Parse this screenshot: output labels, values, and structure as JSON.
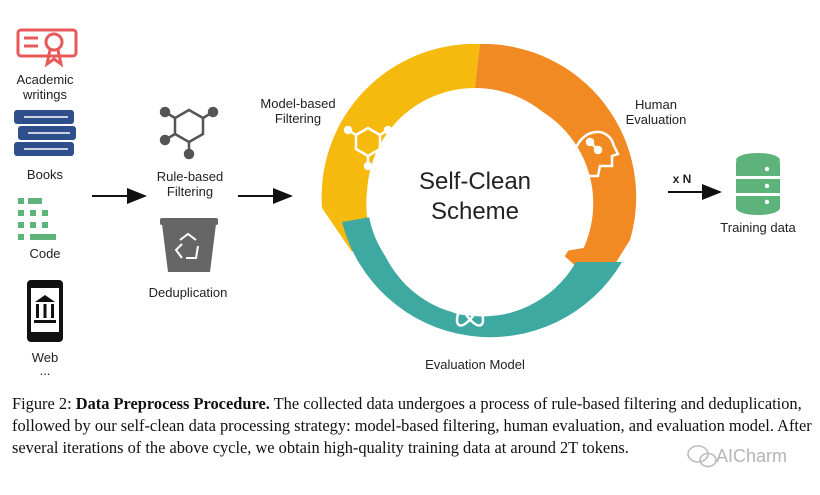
{
  "sources": {
    "academic": "Academic\nwritings",
    "books": "Books",
    "code": "Code",
    "web": "Web",
    "more": "..."
  },
  "steps": {
    "rule_based": "Rule-based\nFiltering",
    "dedup": "Deduplication"
  },
  "cycle": {
    "center_line1": "Self-Clean",
    "center_line2": "Scheme",
    "model_based": "Model-based\nFiltering",
    "human": "Human\nEvaluation",
    "eval_model": "Evaluation Model"
  },
  "output": {
    "multiplier": "x N",
    "label": "Training data"
  },
  "caption": {
    "figure": "Figure 2: ",
    "title": "Data Preprocess Procedure.",
    "text": " The collected data undergoes a process of rule-based filtering and deduplication, followed by our self-clean data processing strategy: model-based filtering, human evaluation, and evaluation model. After several iterations of the above cycle, we obtain high-quality training data at around 2T tokens."
  },
  "watermark": "AICharm",
  "colors": {
    "yellow": "#F6B90E",
    "orange": "#F28A23",
    "teal": "#3DA9A1",
    "red_icon": "#E85A5A",
    "blue_icon": "#2F4E8C",
    "green_icon": "#5DB37A",
    "gray_icon": "#555555"
  }
}
